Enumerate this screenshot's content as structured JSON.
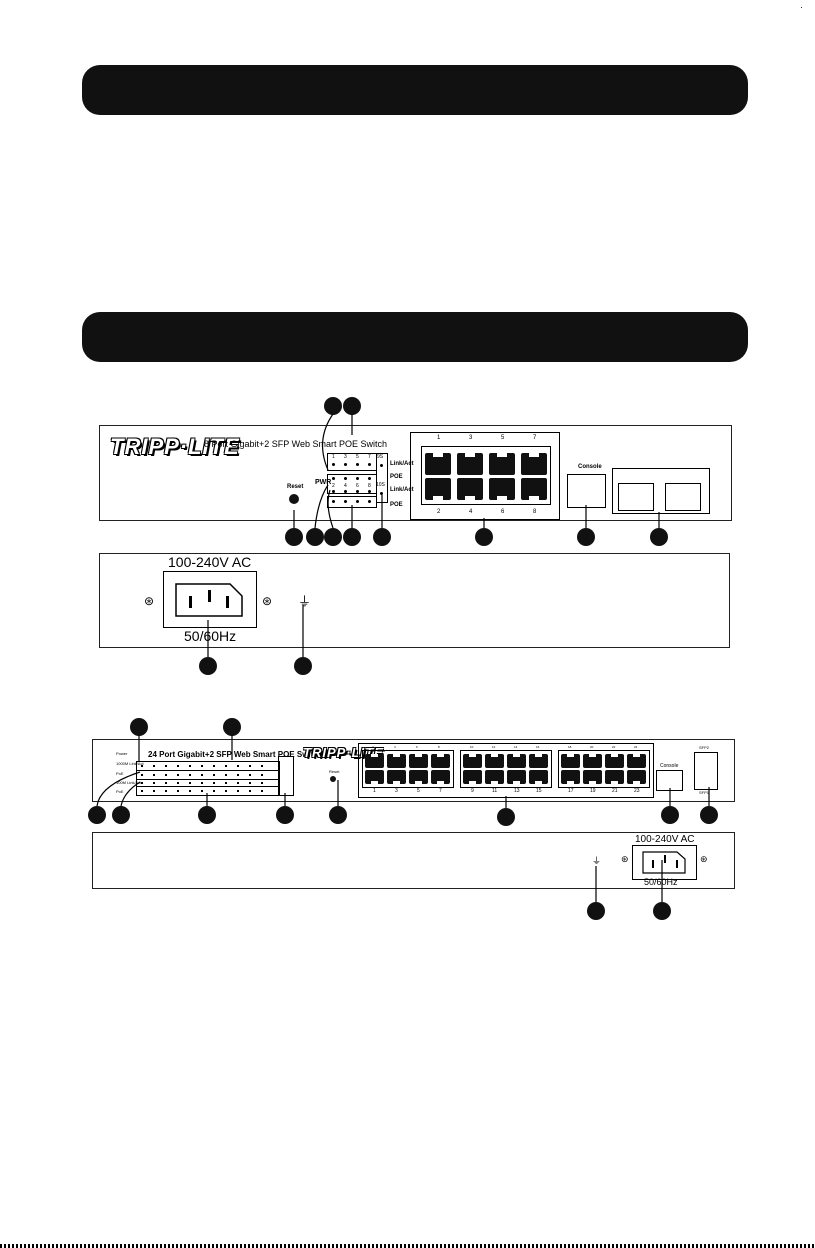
{
  "page": {
    "corner_mark": "·"
  },
  "switch8": {
    "brand": "TRIPP·LITE",
    "model": "8 Port Gigabit+2 SFP Web Smart POE Switch",
    "reset": "Reset",
    "pwr": "PWR",
    "led_labels": [
      "Link/Act",
      "POE",
      "Link/Act",
      "POE"
    ],
    "sfp_ids": [
      "9S",
      "10S"
    ],
    "led_top": [
      "1",
      "3",
      "5",
      "7"
    ],
    "led_bottom": [
      "2",
      "4",
      "6",
      "8"
    ],
    "port_top": [
      "1",
      "3",
      "5",
      "7"
    ],
    "port_bottom": [
      "2",
      "4",
      "6",
      "8"
    ],
    "console": "Console",
    "ac": "100-240V AC",
    "hz": "50/60Hz"
  },
  "switch24": {
    "brand": "TRIPP·LITE",
    "model": "24 Port Gigabit+2 SFP Web Smart POE Switch",
    "reset": "Reset",
    "led_row_labels": [
      "Power",
      "1000M Link/Act",
      "PoE",
      "100M Link/Act",
      "PoE"
    ],
    "port_bottom": [
      "1",
      "3",
      "5",
      "7",
      "9",
      "11",
      "13",
      "15",
      "17",
      "19",
      "21",
      "23"
    ],
    "port_top": [
      "2",
      "4",
      "6",
      "8",
      "10",
      "12",
      "14",
      "16",
      "18",
      "20",
      "22",
      "24"
    ],
    "console": "Console",
    "sfp_labels": [
      "SFP2",
      "SFP1"
    ],
    "ac": "100-240V AC",
    "hz": "50/60Hz"
  }
}
